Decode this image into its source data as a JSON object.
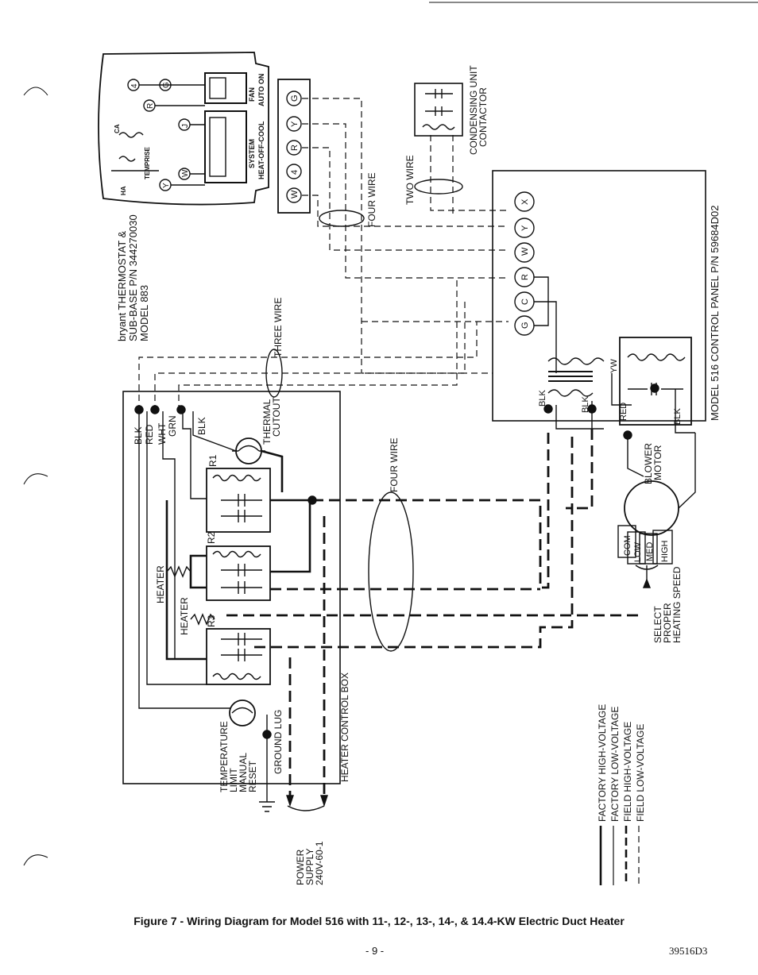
{
  "thermostat": {
    "brand_label": "bryant THERMOSTAT &",
    "subbase_label": "SUB-BASE  P/N 344270030",
    "model_label": "MODEL 883",
    "fan_label": "FAN",
    "fan_positions": "AUTO ON",
    "system_label": "SYSTEM",
    "system_positions": "HEAT-OFF-COOL",
    "temprise_label": "TEMPRISE",
    "ca_label": "CA",
    "ha_label": "HA",
    "terminals": [
      "4",
      "R",
      "G",
      "J",
      "W",
      "Y"
    ]
  },
  "subbase_terminals": [
    "G",
    "Y",
    "R",
    "4",
    "W"
  ],
  "contactor": {
    "label_line1": "CONDENSING UNIT",
    "label_line2": "CONTACTOR"
  },
  "control_panel": {
    "label": "MODEL 516 CONTROL PANEL P/N 59684D02",
    "terminals": [
      "X",
      "Y",
      "W",
      "R",
      "C",
      "G"
    ],
    "wire_labels": [
      "YW",
      "RED",
      "BLK",
      "BLK",
      "BLK"
    ]
  },
  "wire_bundles": {
    "four_wire_top": "FOUR WIRE",
    "two_wire": "TWO WIRE",
    "three_wire": "THREE WIRE",
    "four_wire_bottom": "FOUR WIRE"
  },
  "heater_box": {
    "label": "HEATER CONTROL BOX",
    "wire_colors": [
      "BLK",
      "RED",
      "WHT",
      "GRN",
      "BLK"
    ],
    "thermal_cutout_line1": "THERMAL",
    "thermal_cutout_line2": "CUTOUT",
    "relays": [
      "R1",
      "R2",
      "R3"
    ],
    "heater_labels": [
      "HEATER",
      "HEATER"
    ],
    "temp_limit_lines": [
      "TEMPERATURE",
      "LIMIT",
      "MANUAL",
      "RESET"
    ],
    "ground_lug": "GROUND LUG"
  },
  "power_supply": [
    "POWER",
    "SUPPLY",
    "240V-60-1"
  ],
  "blower": {
    "label_line1": "BLOWER",
    "label_line2": "MOTOR",
    "speeds": [
      "COM",
      "LOW",
      "MED",
      "HIGH"
    ],
    "select_lines": [
      "SELECT",
      "PROPER",
      "HEATING SPEED"
    ]
  },
  "legend": [
    "FACTORY HIGH-VOLTAGE",
    "FACTORY LOW-VOLTAGE",
    "FIELD HIGH-VOLTAGE",
    "FIELD LOW-VOLTAGE"
  ],
  "caption": "Figure 7 - Wiring Diagram for Model 516 with 11-, 12-, 13-, 14-, & 14.4-KW Electric Duct Heater",
  "page_number": "- 9 -",
  "doc_number": "39516D3"
}
